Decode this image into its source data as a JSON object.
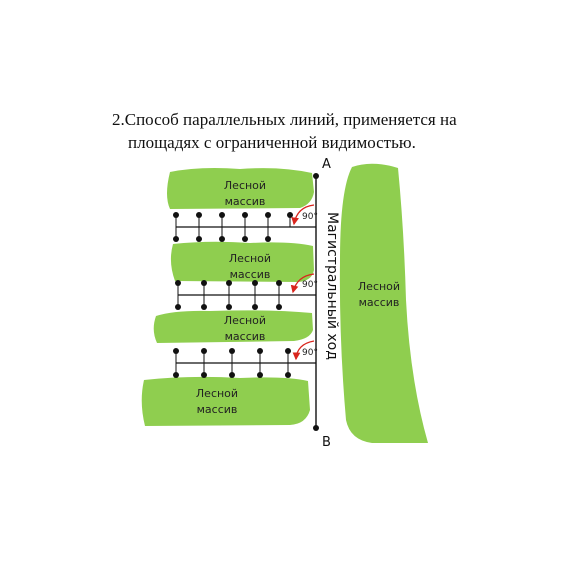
{
  "title": {
    "line1": "2.Способ параллельных линий, применяется на",
    "line2": "площадях с ограниченной видимостью."
  },
  "diagram": {
    "forest_label_line1": "Лесной",
    "forest_label_line2": "массив",
    "route_label": "Магистральный ход",
    "point_a": "A",
    "point_b": "B",
    "angle_label": "90°",
    "colors": {
      "forest": "#8fce4f",
      "line": "#111111",
      "arrow": "#d9251d"
    },
    "forest_count": 5,
    "parallel_line_count": 3
  }
}
